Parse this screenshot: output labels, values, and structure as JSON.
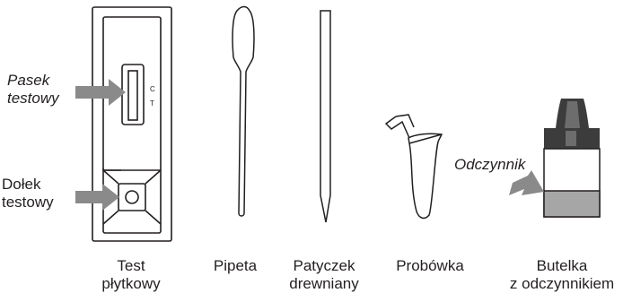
{
  "labels": {
    "strip": [
      "Pasek",
      "testowy"
    ],
    "well": [
      "Dołek",
      "testowy"
    ],
    "control": "C",
    "test": "T",
    "reagent": "Odczynnik"
  },
  "captions": {
    "cassette": [
      "Test",
      "płytkowy"
    ],
    "pipette": "Pipeta",
    "stick": [
      "Patyczek",
      "drewniany"
    ],
    "tube": "Probówka",
    "bottle": [
      "Butelka",
      "z odczynnikiem"
    ]
  },
  "colors": {
    "outline": "#231f20",
    "arrow": "#8a8a8a",
    "bottle_cap": "#3c3c3c",
    "liquid": "#a6a6a6"
  }
}
